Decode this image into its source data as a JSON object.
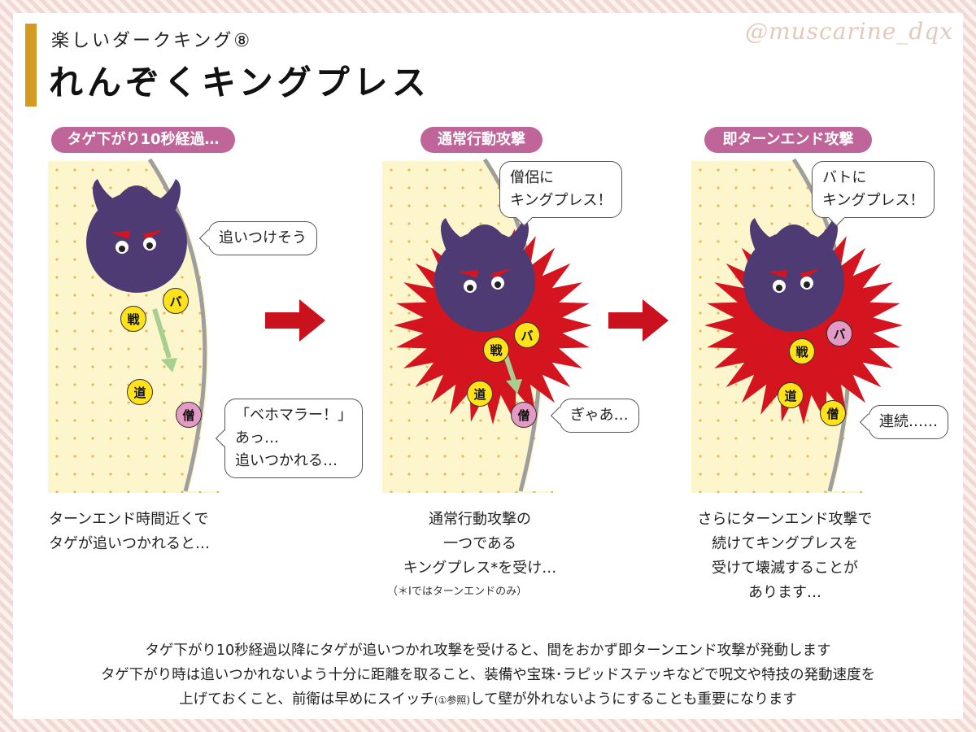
{
  "header": {
    "subtitle": "楽しいダークキング⑧",
    "title": "れんぞくキングプレス",
    "handle": "@muscarine_dqx"
  },
  "panels": [
    {
      "label": "タゲ下がり10秒経過…",
      "bubbles": [
        "追いつけそう",
        "「ベホマラー！」\nあっ…\n追いつかれる…"
      ],
      "caption": "ターンエンド時間近くで\nタゲが追いつかれると…"
    },
    {
      "label": "通常行動攻撃",
      "bubbles": [
        "僧侶に\nキングプレス！",
        "ぎゃあ…"
      ],
      "caption": "通常行動攻撃の\n一つである\nキングプレス*を受け…",
      "note": "（＊Ⅰではターンエンドのみ）"
    },
    {
      "label": "即ターンエンド攻撃",
      "bubbles": [
        "バトに\nキングプレス！",
        "連続……"
      ],
      "caption": "さらにターンエンド攻撃で\n続けてキングプレスを\n受けて壊滅することが\nあります…"
    }
  ],
  "party": {
    "warrior": "戦",
    "battle_master": "バ",
    "thief": "道",
    "priest": "僧"
  },
  "footer": {
    "line1": "タゲ下がり10秒経過以降にタゲが追いつかれ攻撃を受けると、間をおかず即ターンエンド攻撃が発動します",
    "line2": "タゲ下がり時は追いつかれないよう十分に距離を取ること、装備や宝珠･ラピッドステッキなどで呪文や特技の発動速度を",
    "line3_a": "上げておくこと、前衛は早めにスイッチ",
    "line3_ref": "(①参照)",
    "line3_b": "して壁が外れないようにすることも重要になります"
  },
  "colors": {
    "accent_bar": "#d49a22",
    "pill": "#c0659a",
    "panel_bg": "#fdf6cc",
    "boss": "#4f3b73",
    "burst": "#d4141f",
    "arrow": "#c9121e",
    "badge_yellow": "#ffe21a",
    "badge_pink": "#e39ac4",
    "move_arrow": "#a7cf8f"
  },
  "icons": [
    "dark-king-icon",
    "impact-burst-icon",
    "right-arrow-icon",
    "movement-arrow-icon"
  ]
}
